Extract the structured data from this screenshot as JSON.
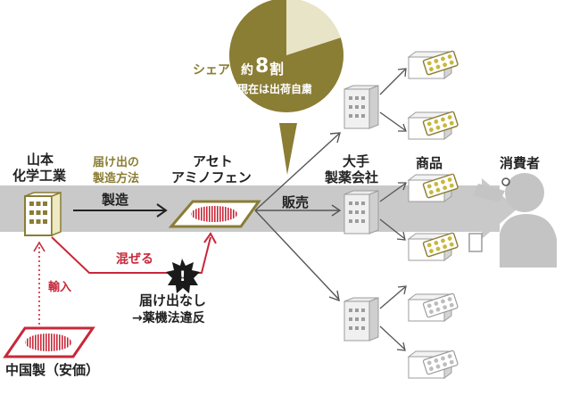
{
  "colors": {
    "olive": "#8a7d34",
    "olive_light": "#e8e4c8",
    "red": "#c8283a",
    "band": "#c9c9c9",
    "building_gray": "#d4d4d4",
    "dark": "#222222"
  },
  "labels": {
    "yamamoto_line1": "山本",
    "yamamoto_line2": "化学工業",
    "method_line1": "届け出の",
    "method_line2": "製造方法",
    "aceto_line1": "アセト",
    "aceto_line2": "アミノフェン",
    "manufacture": "製造",
    "mix": "混ぜる",
    "import": "輸入",
    "china_made": "中国製（安価）",
    "no_notice": "届け出なし",
    "violation": "→薬機法違反",
    "sale": "販売",
    "big_maker_line1": "大手",
    "big_maker_line2": "製薬会社",
    "products": "商品",
    "consumer": "消費者",
    "share_prefix": "シェア",
    "share_approx": "約",
    "share_value": "8",
    "share_unit": "割",
    "share_note": "現在は出荷自粛",
    "warning_mark": "!"
  },
  "share_pie": {
    "share_fraction": 0.8
  },
  "icons": [
    "building-icon",
    "tablet-box-icon",
    "powder-pile-icon",
    "person-drinking-icon",
    "warning-icon"
  ]
}
